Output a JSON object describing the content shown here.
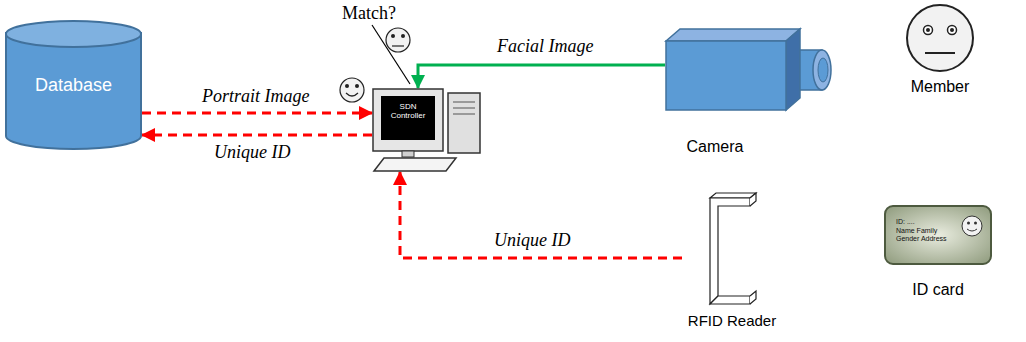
{
  "diagram": {
    "nodes": [
      {
        "text": [
          "Database"
        ]
      },
      {
        "text": [
          "SDN Controller"
        ]
      },
      {
        "text": [
          "Camera"
        ]
      },
      {
        "text": [
          "Member"
        ]
      },
      {
        "text": [
          "RFID Reader"
        ]
      },
      {
        "text": [
          "ID: ....",
          "Name Family Gender Address",
          "ID card"
        ]
      }
    ],
    "edges": [
      {
        "from": 0,
        "to": 1,
        "label": "Portrait Image",
        "arrow": "to"
      },
      {
        "from": 1,
        "to": 0,
        "label": "Unique ID",
        "arrow": "to"
      },
      {
        "from": 2,
        "to": 1,
        "label": "Facial Image",
        "arrow": "to"
      },
      {
        "from": 4,
        "to": 1,
        "label": "Unique ID",
        "arrow": "to"
      }
    ],
    "labels": [
      "Match?"
    ]
  }
}
